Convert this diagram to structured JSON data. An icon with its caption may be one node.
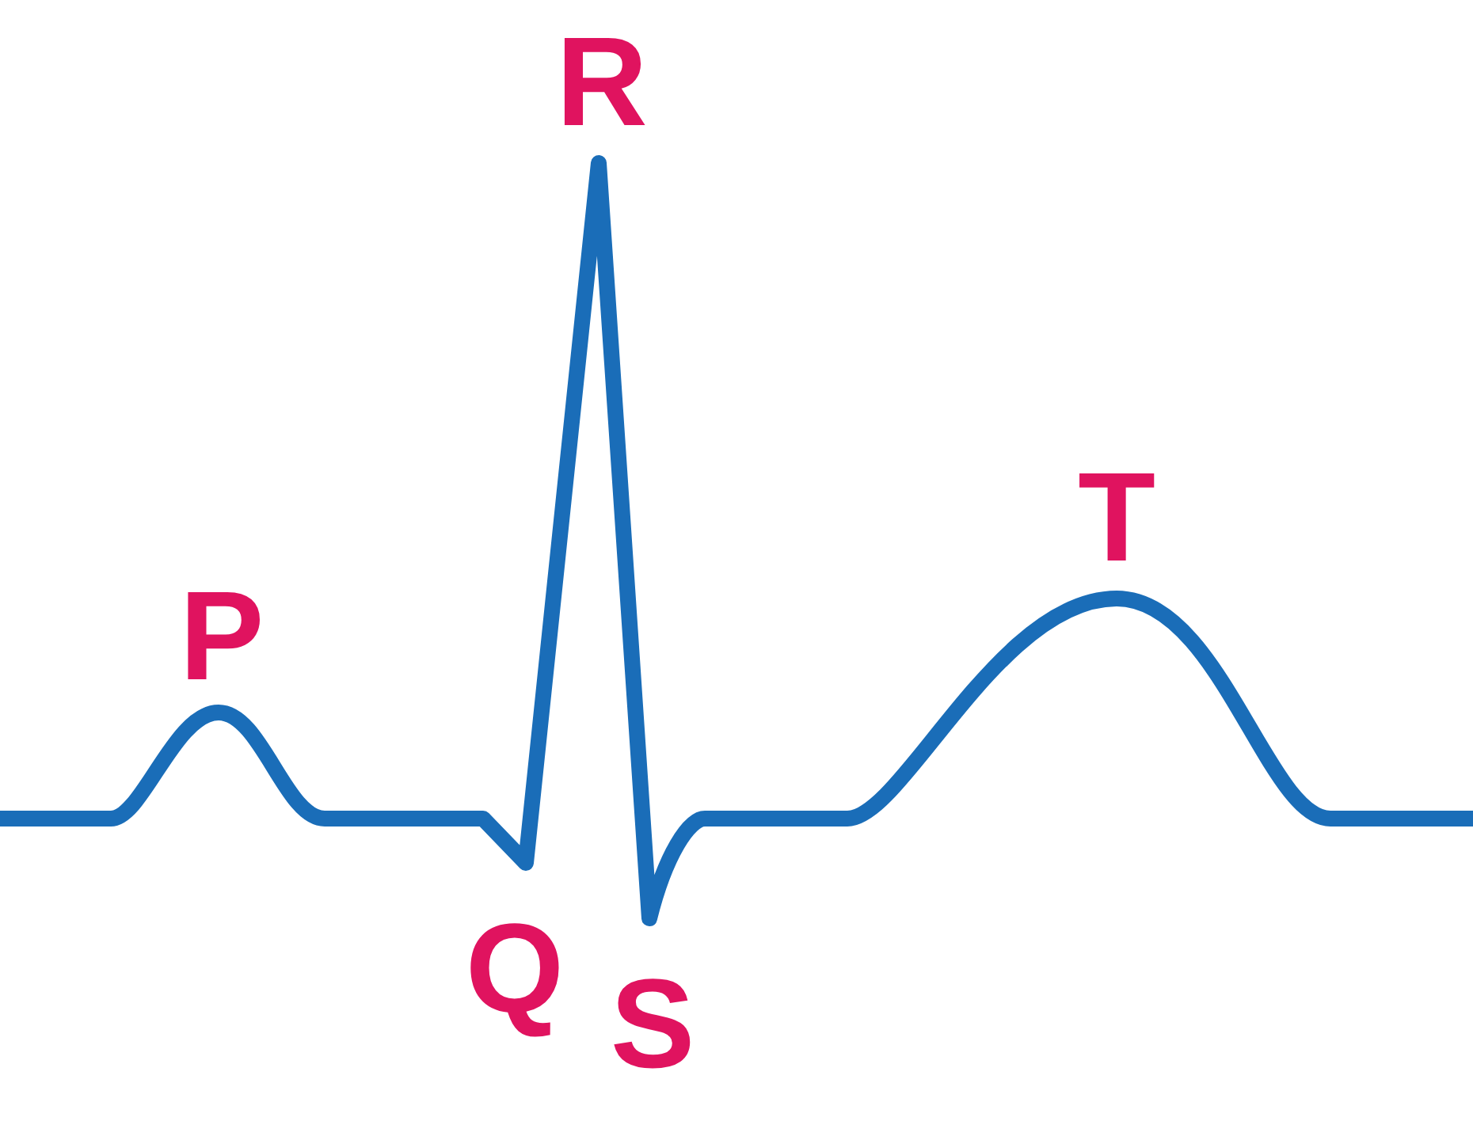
{
  "diagram": {
    "labels": [
      "P",
      "Q",
      "R",
      "S",
      "T"
    ]
  }
}
